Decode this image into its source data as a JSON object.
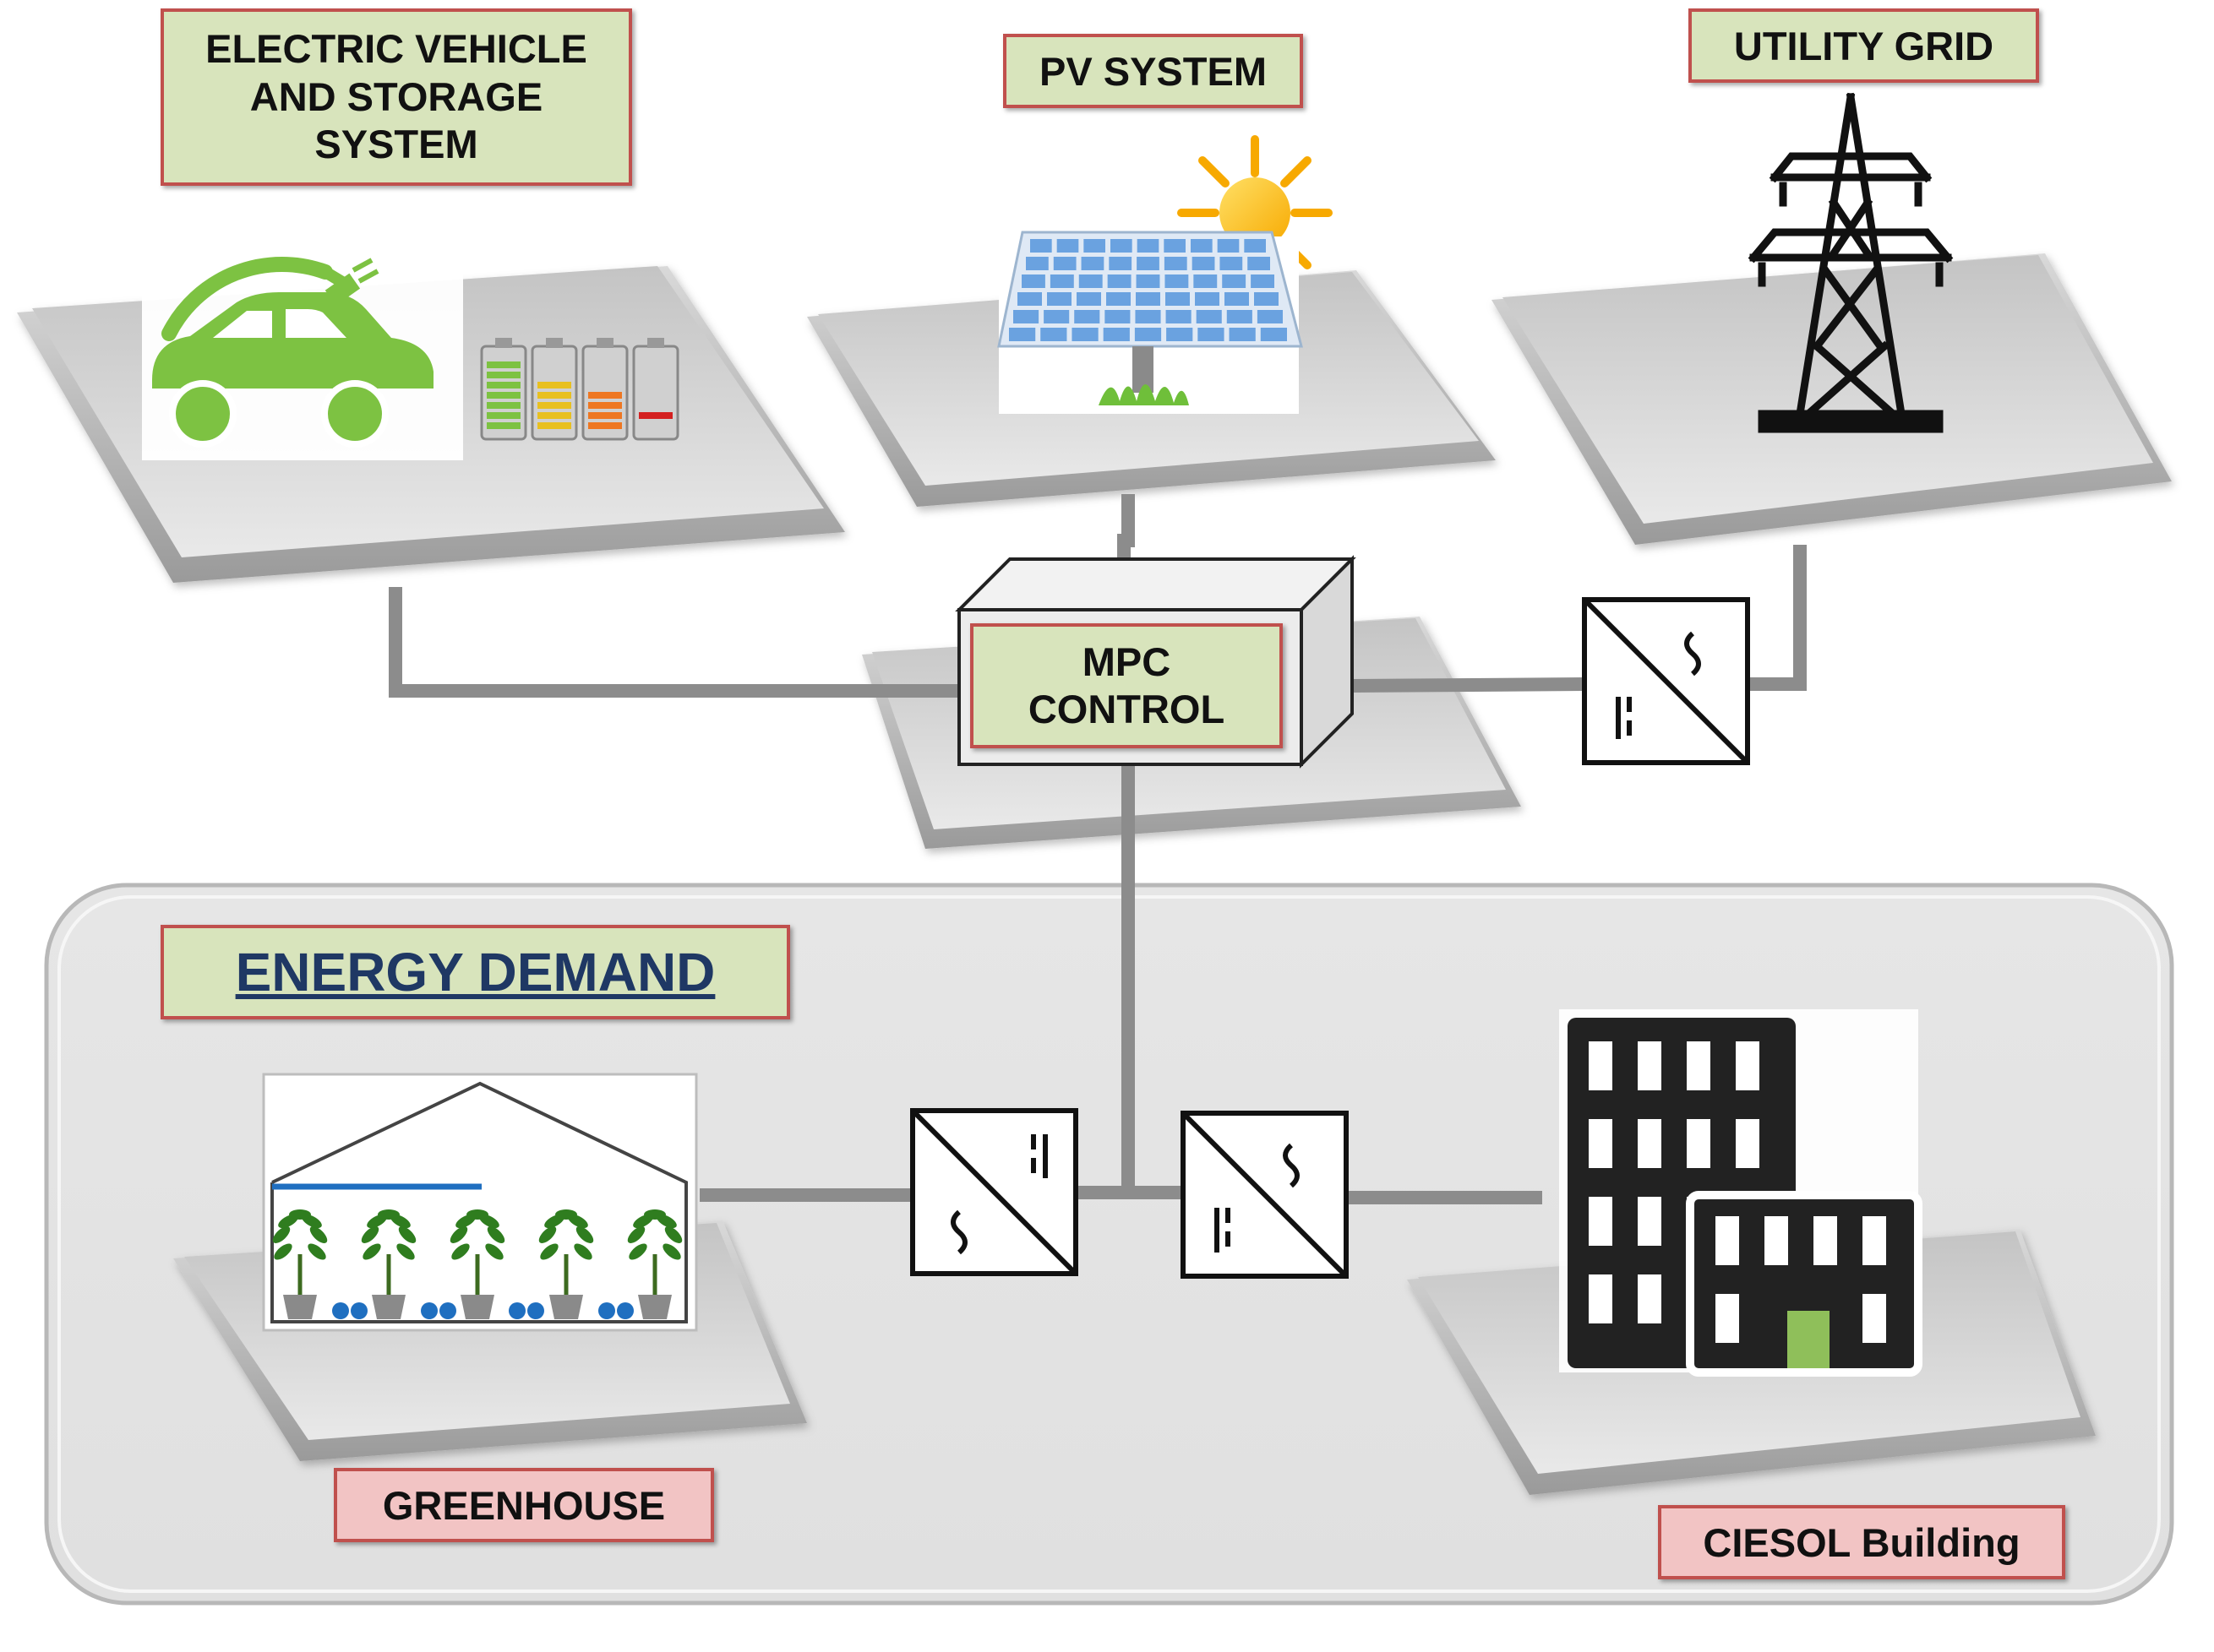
{
  "labels": {
    "ev_storage": [
      "ELECTRIC VEHICLE",
      "AND STORAGE",
      "SYSTEM"
    ],
    "pv_system": "PV SYSTEM",
    "utility_grid": "UTILITY GRID",
    "mpc_control": [
      "MPC",
      "CONTROL"
    ],
    "energy_demand": "ENERGY DEMAND",
    "greenhouse": "GREENHOUSE",
    "ciesol_building": "CIESOL Building"
  },
  "colors": {
    "label_fill_green": "#d8e4bc",
    "label_fill_pink": "#f2c4c4",
    "label_border": "#c0504d",
    "energy_demand_text": "#1f3864",
    "connector": "#8c8c8c",
    "ev_green": "#7dc242",
    "building_accent": "#8fbf5a",
    "irrigation_blue": "#1f6fc0"
  },
  "icons": [
    "ev-car-icon",
    "battery-icon",
    "solar-panel-icon",
    "sun-icon",
    "power-tower-icon",
    "converter-icon",
    "greenhouse-icon",
    "building-icon"
  ]
}
